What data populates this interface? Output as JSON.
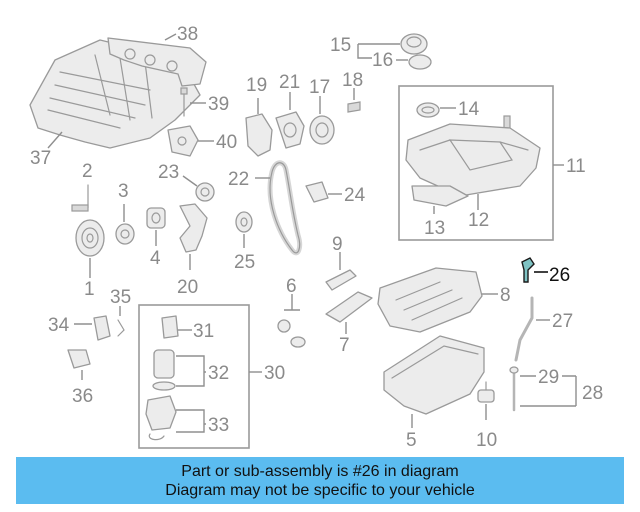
{
  "callouts": {
    "c1": "1",
    "c2": "2",
    "c3": "3",
    "c4": "4",
    "c5": "5",
    "c6": "6",
    "c7": "7",
    "c8": "8",
    "c9": "9",
    "c10": "10",
    "c11": "11",
    "c12": "12",
    "c13": "13",
    "c14": "14",
    "c15": "15",
    "c16": "16",
    "c17": "17",
    "c18": "18",
    "c19": "19",
    "c20": "20",
    "c21": "21",
    "c22": "22",
    "c23": "23",
    "c24": "24",
    "c25": "25",
    "c26": "26",
    "c27": "27",
    "c28": "28",
    "c29": "29",
    "c30": "30",
    "c31": "31",
    "c32": "32",
    "c33": "33",
    "c34": "34",
    "c35": "35",
    "c36": "36",
    "c37": "37",
    "c38": "38",
    "c39": "39",
    "c40": "40"
  },
  "highlighted_part": "26",
  "banner": {
    "line1": "Part or sub-assembly is #26 in diagram",
    "line2": "Diagram may not be specific to your vehicle",
    "background_color": "#5bbcf0"
  },
  "colors": {
    "line_art": "#9a9a9a",
    "callout_text": "#8a8a8a",
    "highlight_fill": "#7fc3c4",
    "highlight_text": "#111111"
  }
}
